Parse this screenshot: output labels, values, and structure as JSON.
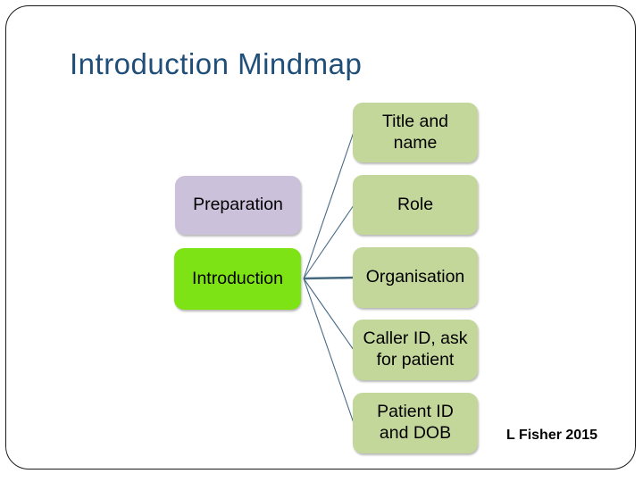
{
  "slide": {
    "title": "Introduction Mindmap",
    "footer": "L Fisher 2015"
  },
  "mindmap": {
    "left_nodes": [
      {
        "id": "preparation",
        "label": "Preparation",
        "color": "#CCC1DA"
      },
      {
        "id": "introduction",
        "label": "Introduction",
        "color": "#7EE314"
      }
    ],
    "right_nodes": [
      {
        "id": "title-and-name",
        "label": "Title and\nname",
        "color": "#C4D79B"
      },
      {
        "id": "role",
        "label": "Role",
        "color": "#C4D79B"
      },
      {
        "id": "organisation",
        "label": "Organisation",
        "color": "#C4D79B"
      },
      {
        "id": "caller-id",
        "label": "Caller ID, ask\nfor patient",
        "color": "#C4D79B"
      },
      {
        "id": "patient-id",
        "label": "Patient ID\nand DOB",
        "color": "#C4D79B"
      }
    ],
    "connections": [
      {
        "from": "introduction",
        "to": "title-and-name",
        "weight": "thin"
      },
      {
        "from": "introduction",
        "to": "role",
        "weight": "thin"
      },
      {
        "from": "introduction",
        "to": "organisation",
        "weight": "thick"
      },
      {
        "from": "introduction",
        "to": "caller-id",
        "weight": "thin"
      },
      {
        "from": "introduction",
        "to": "patient-id",
        "weight": "thin"
      }
    ],
    "connector_color": "#4A6B85"
  },
  "colors": {
    "title_text": "#1F4E79",
    "node_text": "#000000",
    "slide_border": "#1A1A1A",
    "background": "#FFFFFF"
  }
}
